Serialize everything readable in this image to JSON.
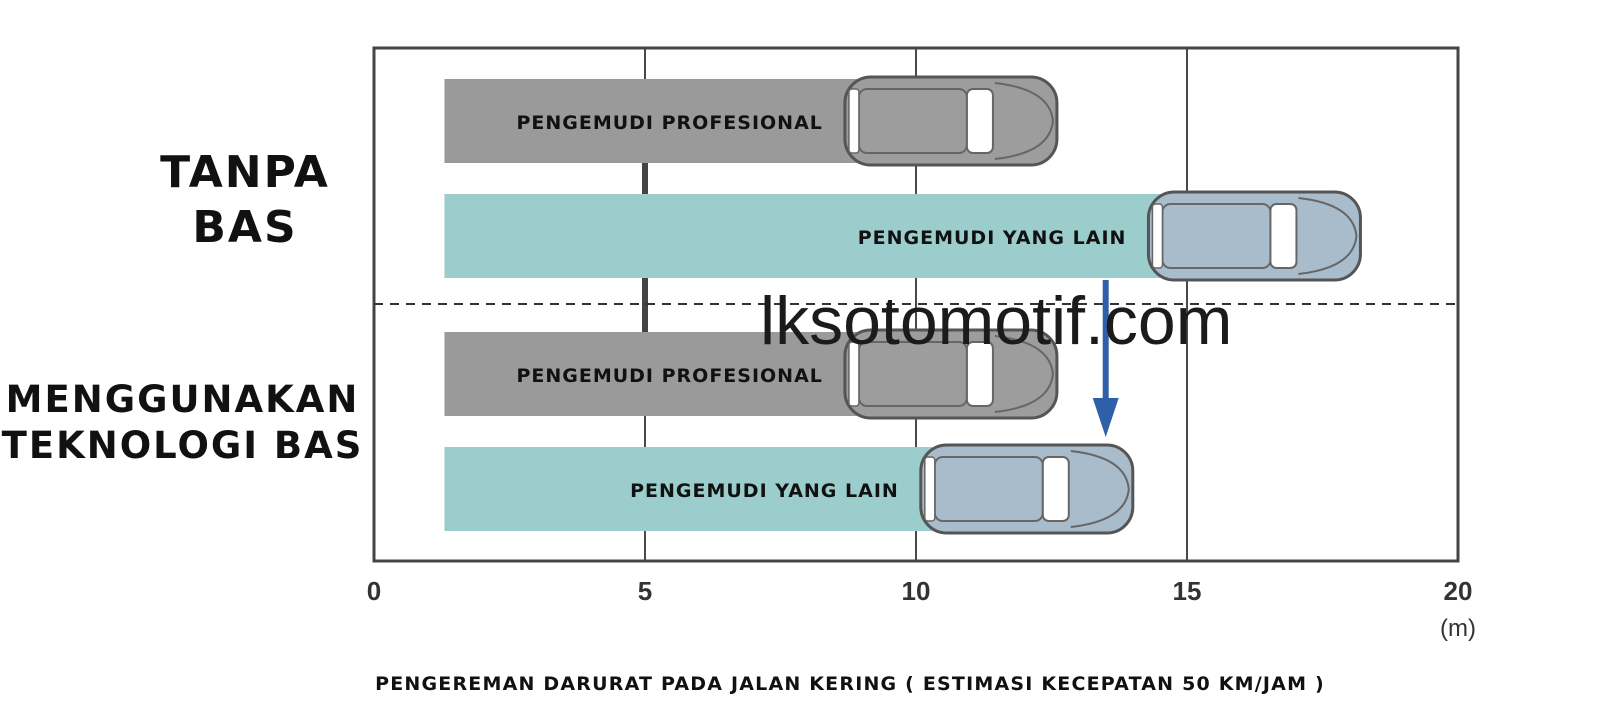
{
  "chart_data": {
    "type": "bar",
    "orientation": "horizontal",
    "xlim": [
      0,
      20
    ],
    "x_ticks": [
      "0",
      "5",
      "10",
      "15",
      "20"
    ],
    "x_unit": "(m)",
    "xlabel": "PENGEREMAN DARURAT PADA JALAN KERING ( ESTIMASI KECEPATAN 50 KM/JAM )",
    "grid": true,
    "groups": [
      {
        "label_lines": [
          "TANPA",
          "BAS"
        ],
        "bars": [
          {
            "label": "PENGEMUDI PROFESIONAL",
            "start": 1.3,
            "end": 12.6,
            "color": "#9a9a9a",
            "car_color": "#9d9d9d"
          },
          {
            "label": "PENGEMUDI YANG LAIN",
            "start": 1.3,
            "end": 18.2,
            "color": "#9ccdcd",
            "car_color": "#a9bccb"
          }
        ]
      },
      {
        "label_lines": [
          "MENGGUNAKAN",
          "TEKNOLOGI BAS"
        ],
        "bars": [
          {
            "label": "PENGEMUDI PROFESIONAL",
            "start": 1.3,
            "end": 12.6,
            "color": "#9a9a9a",
            "car_color": "#9d9d9d"
          },
          {
            "label": "PENGEMUDI YANG LAIN",
            "start": 1.3,
            "end": 14.0,
            "color": "#9ccdcd",
            "car_color": "#a9bccb"
          }
        ]
      }
    ],
    "arrow": {
      "x": 13.5,
      "direction": "down",
      "color": "#2f5fa8"
    }
  },
  "watermark": "lksotomotif.com"
}
